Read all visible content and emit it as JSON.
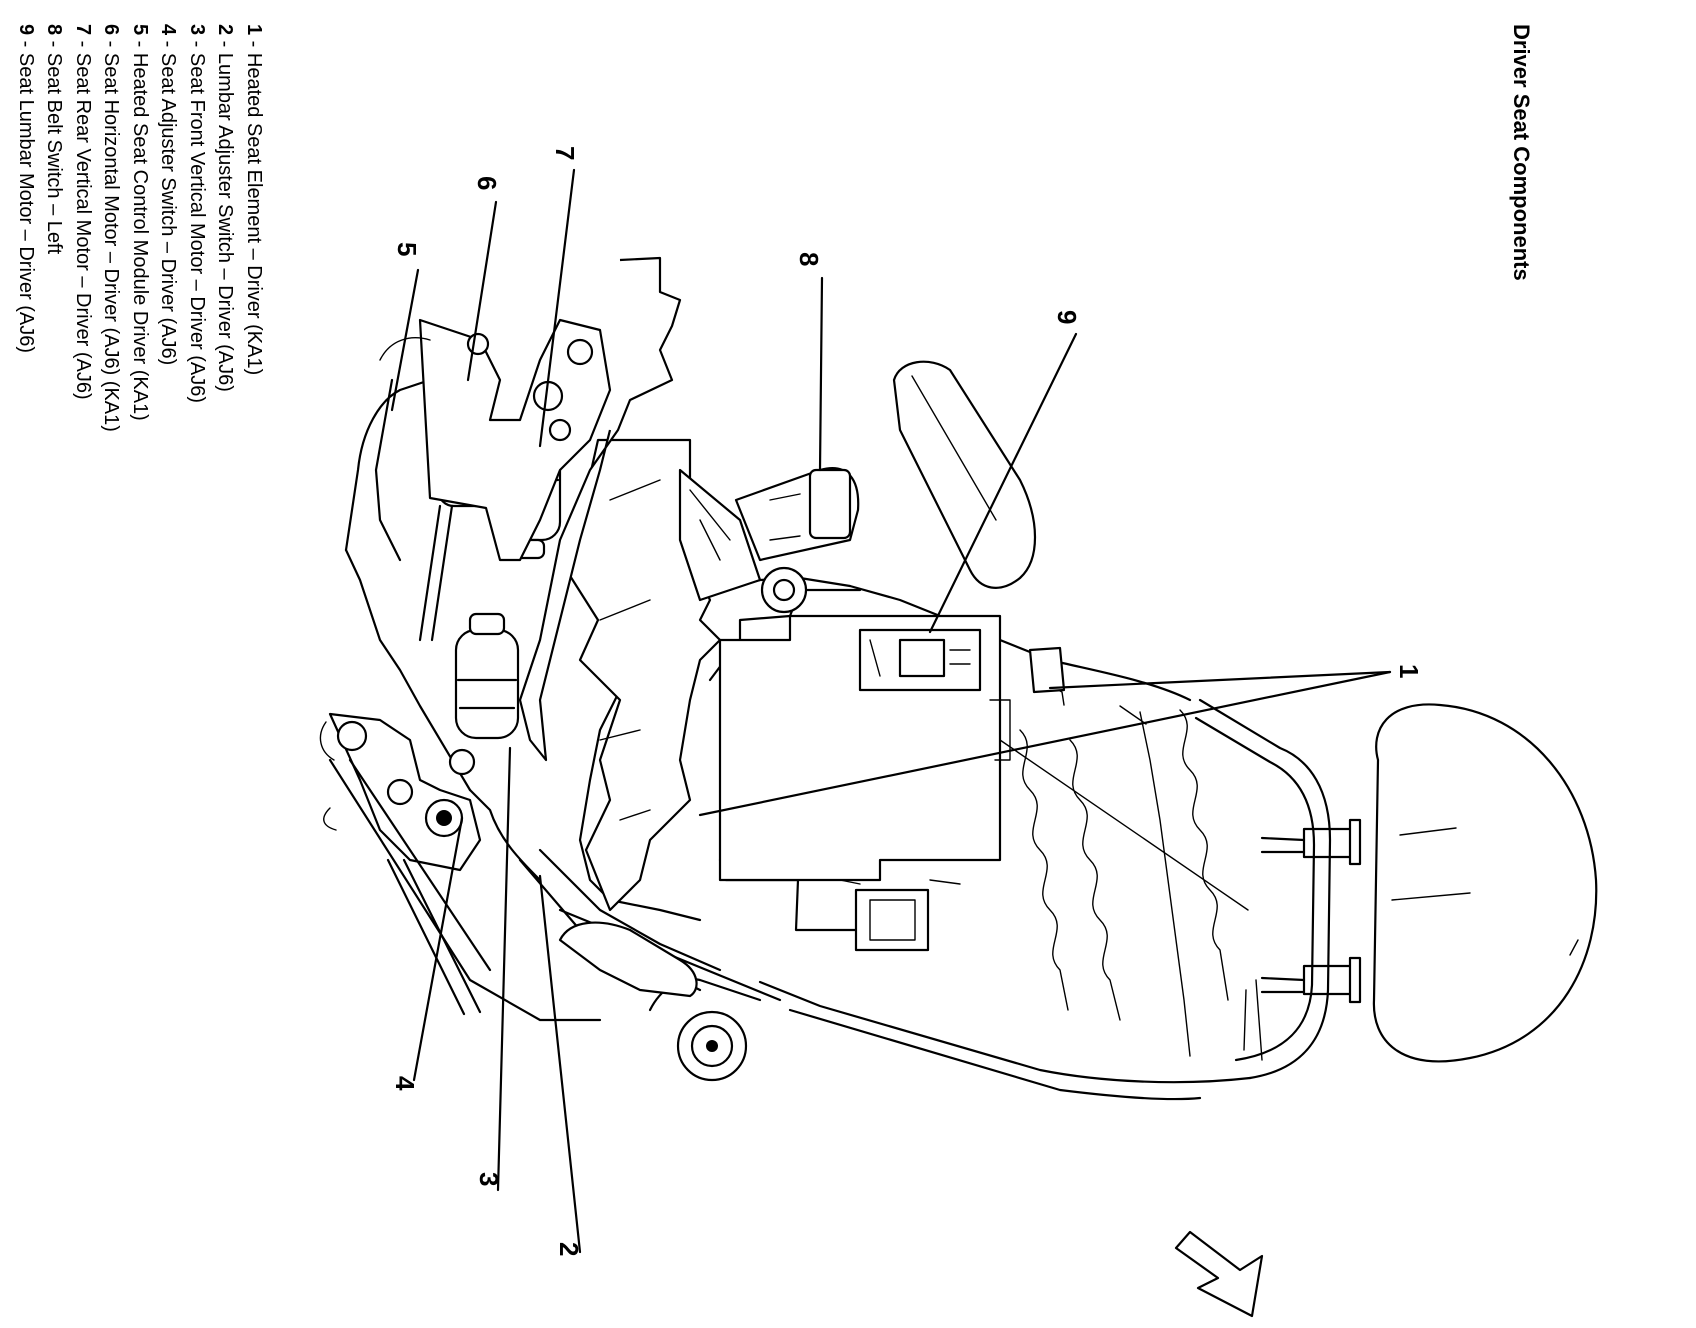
{
  "title": "Driver Seat Components",
  "legend": [
    {
      "num": "1",
      "sep": " - ",
      "text": "Heated Seat Element – Driver (KA1)"
    },
    {
      "num": "2",
      "sep": " - ",
      "text": "Lumbar Adjuster Switch – Driver (AJ6)"
    },
    {
      "num": "3",
      "sep": " - ",
      "text": "Seat Front Vertical Motor – Driver (AJ6)"
    },
    {
      "num": "4",
      "sep": " - ",
      "text": "Seat Adjuster Switch – Driver (AJ6)"
    },
    {
      "num": "5",
      "sep": " - ",
      "text": "Heated Seat Control Module Driver (KA1)"
    },
    {
      "num": "6",
      "sep": " - ",
      "text": "Seat Horizontal Motor – Driver (AJ6) (KA1)"
    },
    {
      "num": "7",
      "sep": " - ",
      "text": "Seat Rear Vertical Motor – Driver (AJ6)"
    },
    {
      "num": "8",
      "sep": " - ",
      "text": "Seat Belt Switch – Left"
    },
    {
      "num": "9",
      "sep": " - ",
      "text": "Seat Lumbar Motor – Driver (AJ6)"
    }
  ],
  "callouts": {
    "c1": "1",
    "c2": "2",
    "c3": "3",
    "c4": "4",
    "c5": "5",
    "c6": "6",
    "c7": "7",
    "c8": "8",
    "c9": "9"
  }
}
